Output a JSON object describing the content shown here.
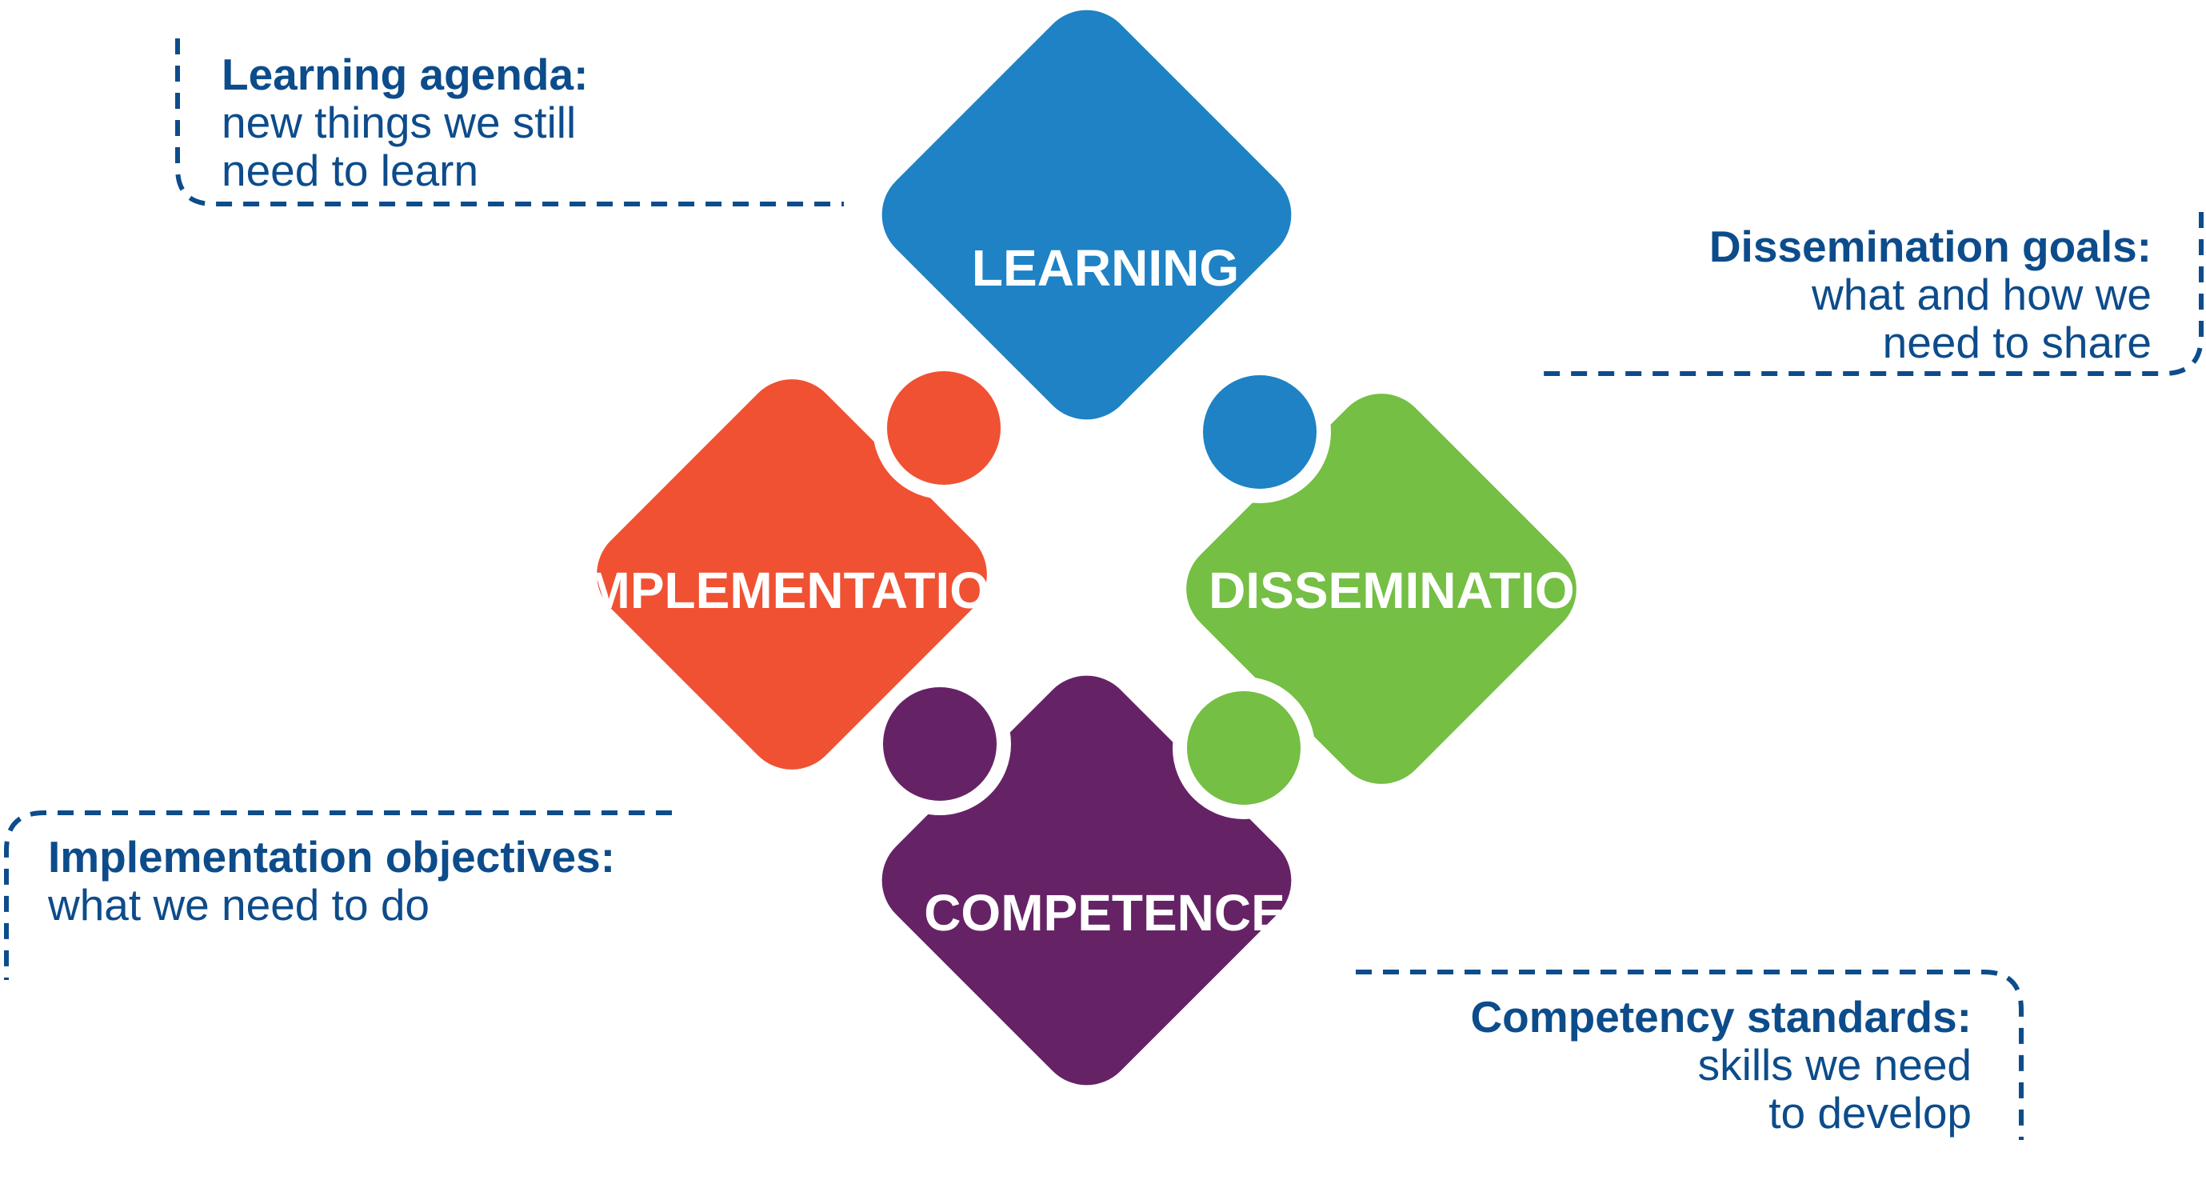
{
  "colors": {
    "learning": "#1E82C5",
    "dissemination": "#74BF44",
    "implementation": "#F05133",
    "competence": "#652366",
    "annotation": "#0D4C8B",
    "background": "#FFFFFF"
  },
  "pieces": {
    "learning": "LEARNING",
    "implementation": "IMPLEMENTATION",
    "dissemination": "DISSEMINATION",
    "competence": "COMPETENCE"
  },
  "notes": {
    "learning": {
      "title": "Learning agenda:",
      "lines": [
        "new things we still",
        "need to learn"
      ]
    },
    "dissemination": {
      "title": "Dissemination goals:",
      "lines": [
        "what and how we",
        "need to share"
      ]
    },
    "implementation": {
      "title": "Implementation objectives:",
      "lines": [
        "what we need to do"
      ]
    },
    "competence": {
      "title": "Competency standards:",
      "lines": [
        "skills we need",
        "to develop"
      ]
    }
  }
}
